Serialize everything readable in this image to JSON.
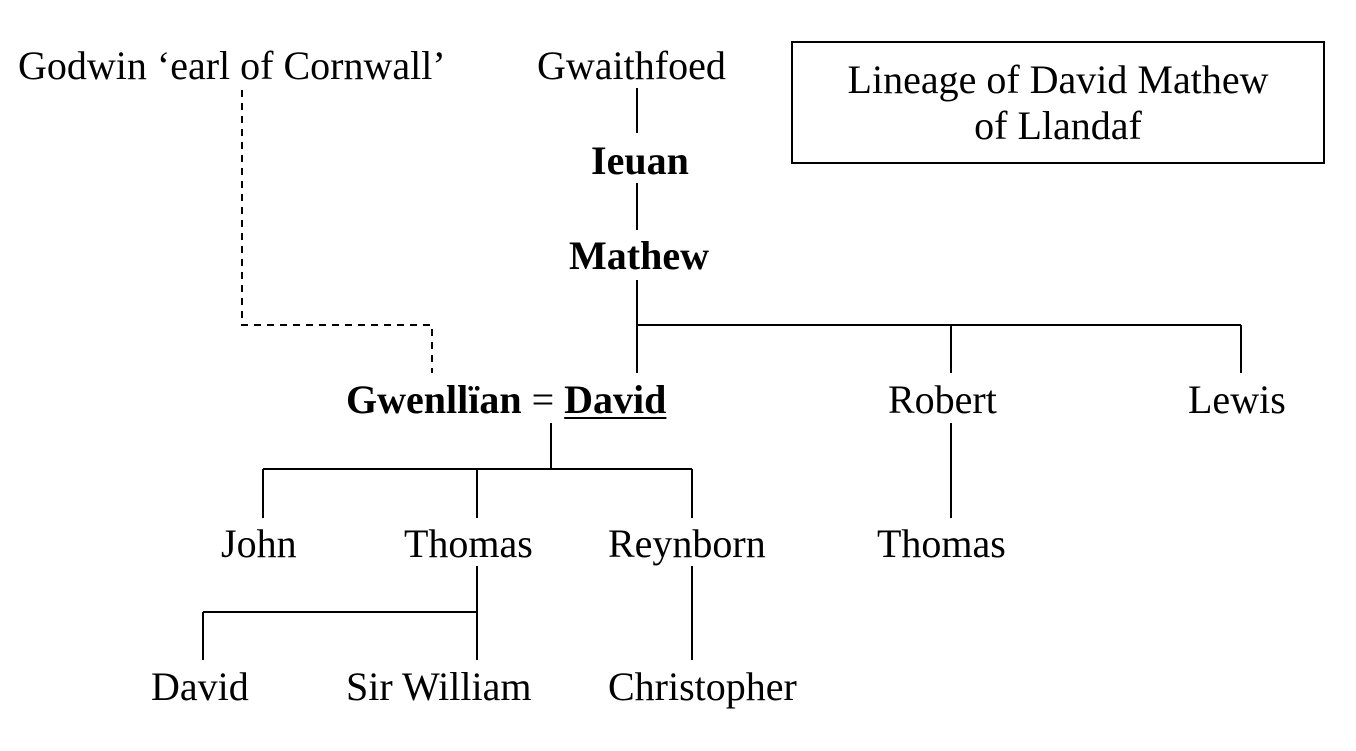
{
  "title": {
    "line1": "Lineage of David Mathew",
    "line2": "of Llandaf"
  },
  "people": {
    "godwin": "Godwin ‘earl of Cornwall’",
    "gwaithfoed": "Gwaithfoed",
    "ieuan": "Ieuan",
    "mathew": "Mathew",
    "gwenllian": "Gwenllïan",
    "marriage_sign": "=",
    "david": "David",
    "robert": "Robert",
    "lewis": "Lewis",
    "john": "John",
    "thomas_son_of_david": "Thomas",
    "reynborn": "Reynborn",
    "thomas_son_of_robert": "Thomas",
    "david_grandson": "David",
    "sir_william": "Sir William",
    "christopher": "Christopher"
  },
  "line_style": {
    "color": "#000000",
    "godwin_link": "dashed"
  }
}
